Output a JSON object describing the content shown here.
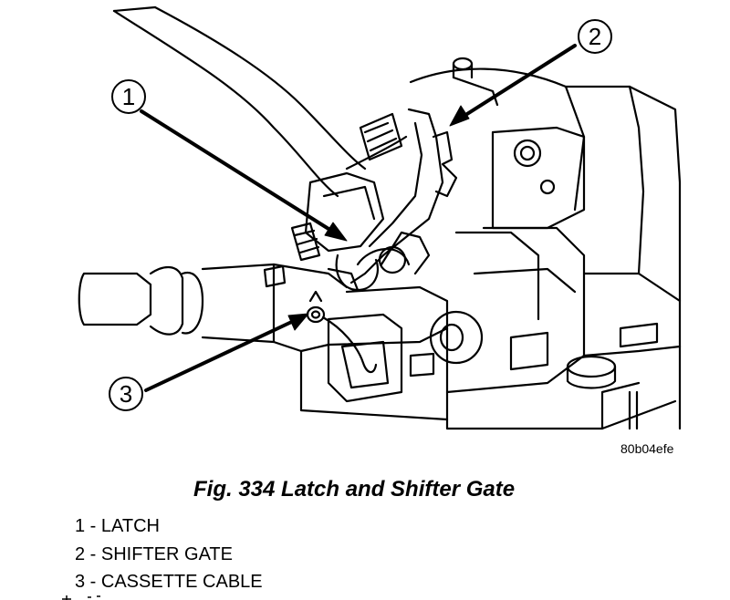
{
  "figure": {
    "callouts": [
      {
        "number": "1",
        "part": "LATCH"
      },
      {
        "number": "2",
        "part": "SHIFTER GATE"
      },
      {
        "number": "3",
        "part": "CASSETTE CABLE"
      }
    ],
    "ref_code": "80b04efe"
  },
  "caption": "Fig. 334 Latch and Shifter Gate",
  "legend": [
    {
      "text": "1 - LATCH"
    },
    {
      "text": "2 - SHIFTER GATE"
    },
    {
      "text": "3 - CASSETTE CABLE"
    }
  ],
  "colors": {
    "ink": "#000000",
    "paper": "#ffffff"
  }
}
